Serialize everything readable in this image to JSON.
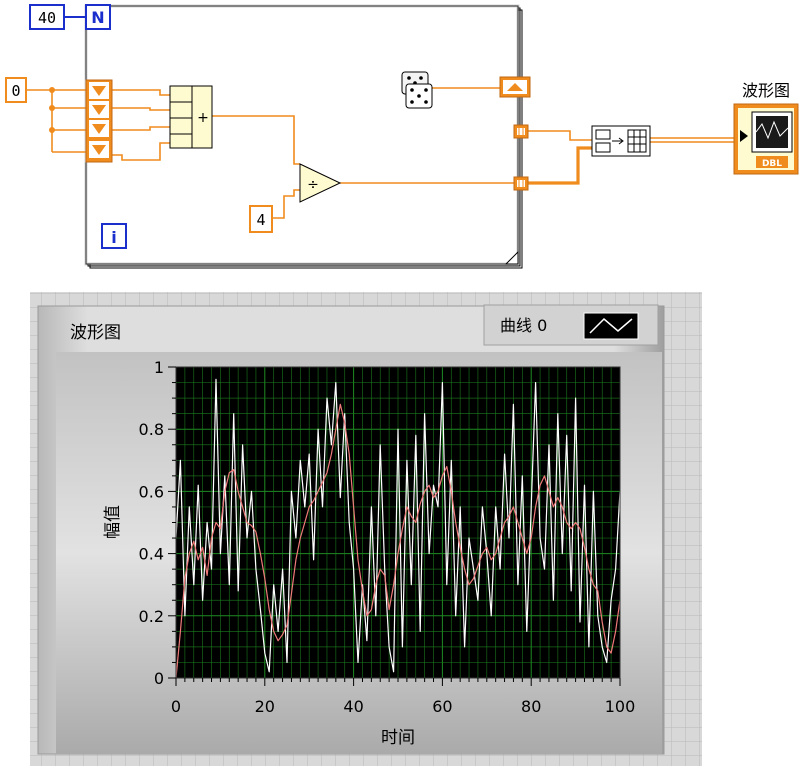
{
  "block_diagram": {
    "loop_count": "40",
    "loop_count_terminal": "N",
    "iteration_terminal": "i",
    "init_constant": "0",
    "divisor_constant": "4",
    "add_symbol": "+",
    "divide_symbol": "÷",
    "indicator_label": "波形图",
    "indicator_badge": "DBL",
    "colors": {
      "wire_orange": "#f08c1e",
      "blue_terminal": "#1a2fcc",
      "node_fill": "#fffbd0"
    }
  },
  "front_panel": {
    "graph_label": "波形图",
    "legend_label": "曲线 0",
    "colors": {
      "panel_bg": "#d6d6d6",
      "plot_bg": "#000000",
      "grid": "#1e8a22",
      "random_trace": "#ffffff",
      "avg_trace": "#f07a7a"
    }
  },
  "chart_data": {
    "type": "line",
    "title": "波形图",
    "xlabel": "时间",
    "ylabel": "幅值",
    "xlim": [
      0,
      100
    ],
    "ylim": [
      0,
      1
    ],
    "x_ticks": [
      "0",
      "20",
      "40",
      "60",
      "80",
      "100"
    ],
    "y_ticks": [
      "0",
      "0.2",
      "0.4",
      "0.6",
      "0.8",
      "1"
    ],
    "grid": true,
    "legend_position": "top-right",
    "series": [
      {
        "name": "曲线 0",
        "color": "#ffffff",
        "x": [
          0,
          1,
          2,
          3,
          4,
          5,
          6,
          7,
          8,
          9,
          10,
          11,
          12,
          13,
          14,
          15,
          16,
          17,
          18,
          19,
          20,
          21,
          22,
          23,
          24,
          25,
          26,
          27,
          28,
          29,
          30,
          31,
          32,
          33,
          34,
          35,
          36,
          37,
          38,
          39,
          40,
          41,
          42,
          43,
          44,
          45,
          46,
          47,
          48,
          49,
          50,
          51,
          52,
          53,
          54,
          55,
          56,
          57,
          58,
          59,
          60,
          61,
          62,
          63,
          64,
          65,
          66,
          67,
          68,
          69,
          70,
          71,
          72,
          73,
          74,
          75,
          76,
          77,
          78,
          79,
          80,
          81,
          82,
          83,
          84,
          85,
          86,
          87,
          88,
          89,
          90,
          91,
          92,
          93,
          94,
          95,
          96,
          97,
          98,
          99,
          100
        ],
        "values": [
          0.45,
          0.7,
          0.2,
          0.55,
          0.3,
          0.62,
          0.25,
          0.5,
          0.35,
          0.96,
          0.4,
          0.65,
          0.3,
          0.85,
          0.28,
          0.75,
          0.45,
          0.6,
          0.35,
          0.22,
          0.08,
          0.02,
          0.3,
          0.15,
          0.35,
          0.05,
          0.6,
          0.45,
          0.7,
          0.55,
          0.72,
          0.38,
          0.8,
          0.55,
          0.9,
          0.75,
          0.95,
          0.58,
          0.85,
          0.5,
          0.35,
          0.05,
          0.3,
          0.12,
          0.55,
          0.2,
          0.75,
          0.35,
          0.1,
          0.02,
          0.8,
          0.1,
          0.7,
          0.3,
          0.78,
          0.15,
          0.85,
          0.4,
          0.62,
          0.55,
          0.95,
          0.3,
          0.7,
          0.2,
          0.55,
          0.1,
          0.45,
          0.35,
          0.25,
          0.55,
          0.4,
          0.2,
          0.55,
          0.35,
          0.72,
          0.45,
          0.88,
          0.3,
          0.65,
          0.15,
          0.55,
          0.95,
          0.45,
          0.35,
          0.75,
          0.25,
          0.85,
          0.4,
          0.78,
          0.28,
          0.9,
          0.18,
          0.62,
          0.1,
          0.6,
          0.2,
          0.1,
          0.05,
          0.25,
          0.35,
          0.6
        ]
      },
      {
        "name": "",
        "color": "#f07a7a",
        "x": [
          0,
          1,
          2,
          3,
          4,
          5,
          6,
          7,
          8,
          9,
          10,
          11,
          12,
          13,
          14,
          15,
          16,
          17,
          18,
          19,
          20,
          21,
          22,
          23,
          24,
          25,
          26,
          27,
          28,
          29,
          30,
          31,
          32,
          33,
          34,
          35,
          36,
          37,
          38,
          39,
          40,
          41,
          42,
          43,
          44,
          45,
          46,
          47,
          48,
          49,
          50,
          51,
          52,
          53,
          54,
          55,
          56,
          57,
          58,
          59,
          60,
          61,
          62,
          63,
          64,
          65,
          66,
          67,
          68,
          69,
          70,
          71,
          72,
          73,
          74,
          75,
          76,
          77,
          78,
          79,
          80,
          81,
          82,
          83,
          84,
          85,
          86,
          87,
          88,
          89,
          90,
          91,
          92,
          93,
          94,
          95,
          96,
          97,
          98,
          99,
          100
        ],
        "values": [
          0.0,
          0.15,
          0.32,
          0.4,
          0.44,
          0.38,
          0.42,
          0.33,
          0.45,
          0.5,
          0.48,
          0.6,
          0.66,
          0.67,
          0.6,
          0.55,
          0.5,
          0.49,
          0.47,
          0.4,
          0.32,
          0.22,
          0.15,
          0.12,
          0.14,
          0.17,
          0.27,
          0.38,
          0.45,
          0.5,
          0.55,
          0.57,
          0.6,
          0.63,
          0.66,
          0.72,
          0.8,
          0.88,
          0.82,
          0.72,
          0.55,
          0.38,
          0.28,
          0.2,
          0.22,
          0.3,
          0.35,
          0.33,
          0.22,
          0.3,
          0.4,
          0.48,
          0.55,
          0.52,
          0.5,
          0.56,
          0.6,
          0.62,
          0.58,
          0.6,
          0.65,
          0.68,
          0.6,
          0.5,
          0.42,
          0.35,
          0.3,
          0.32,
          0.36,
          0.4,
          0.42,
          0.38,
          0.4,
          0.45,
          0.5,
          0.52,
          0.55,
          0.5,
          0.45,
          0.4,
          0.45,
          0.55,
          0.62,
          0.65,
          0.6,
          0.55,
          0.58,
          0.55,
          0.5,
          0.48,
          0.5,
          0.48,
          0.42,
          0.35,
          0.3,
          0.28,
          0.18,
          0.1,
          0.08,
          0.15,
          0.25
        ]
      }
    ]
  }
}
